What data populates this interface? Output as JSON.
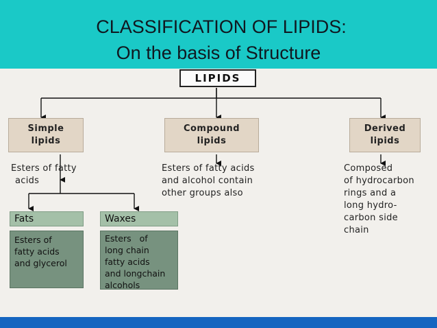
{
  "slide": {
    "title_line1": "CLASSIFICATION OF LIPIDS:",
    "title_line2": "On the basis of Structure",
    "colors": {
      "header": "#1ac9c7",
      "footer": "#1565c0",
      "category_box": "#e2d6c6",
      "sub_header": "#a4c0a8",
      "sub_body": "#77927f"
    }
  },
  "diagram": {
    "root": "LIPIDS",
    "categories": [
      {
        "label_line1": "Simple",
        "label_line2": "lipids",
        "desc": [
          "Esters of fatty",
          "acids"
        ]
      },
      {
        "label_line1": "Compound",
        "label_line2": "lipids",
        "desc": [
          "Esters of fatty acids",
          "and alcohol contain",
          "other groups also"
        ]
      },
      {
        "label_line1": "Derived",
        "label_line2": "lipids",
        "desc": [
          "Composed",
          "of hydrocarbon",
          "rings and a",
          "long hydro-",
          "carbon side",
          "chain"
        ]
      }
    ],
    "simple_subtypes": [
      {
        "label": "Fats",
        "desc": [
          "Esters of",
          "fatty acids",
          "and glycerol"
        ]
      },
      {
        "label": "Waxes",
        "desc": [
          "Esters   of",
          "long chain",
          "fatty acids",
          "and longchain",
          "alcohols"
        ]
      }
    ]
  }
}
